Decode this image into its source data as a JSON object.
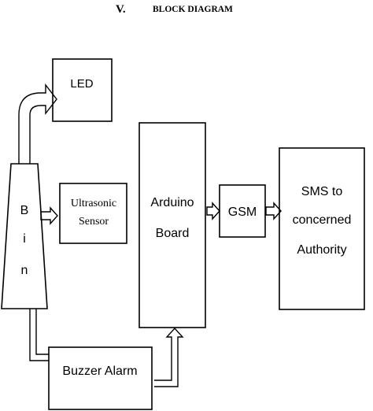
{
  "heading": {
    "numeral": "V.",
    "title": "BLOCK DIAGRAM"
  },
  "blocks": {
    "led": "LED",
    "bin_letters": [
      "B",
      "i",
      "n"
    ],
    "ultrasonic_line1": "Ultrasonic",
    "ultrasonic_line2": "Sensor",
    "arduino_line1": "Arduino",
    "arduino_line2": "Board",
    "gsm": "GSM",
    "sms_line1": "SMS to",
    "sms_line2": "concerned",
    "sms_line3": "Authority",
    "buzzer": "Buzzer Alarm"
  }
}
